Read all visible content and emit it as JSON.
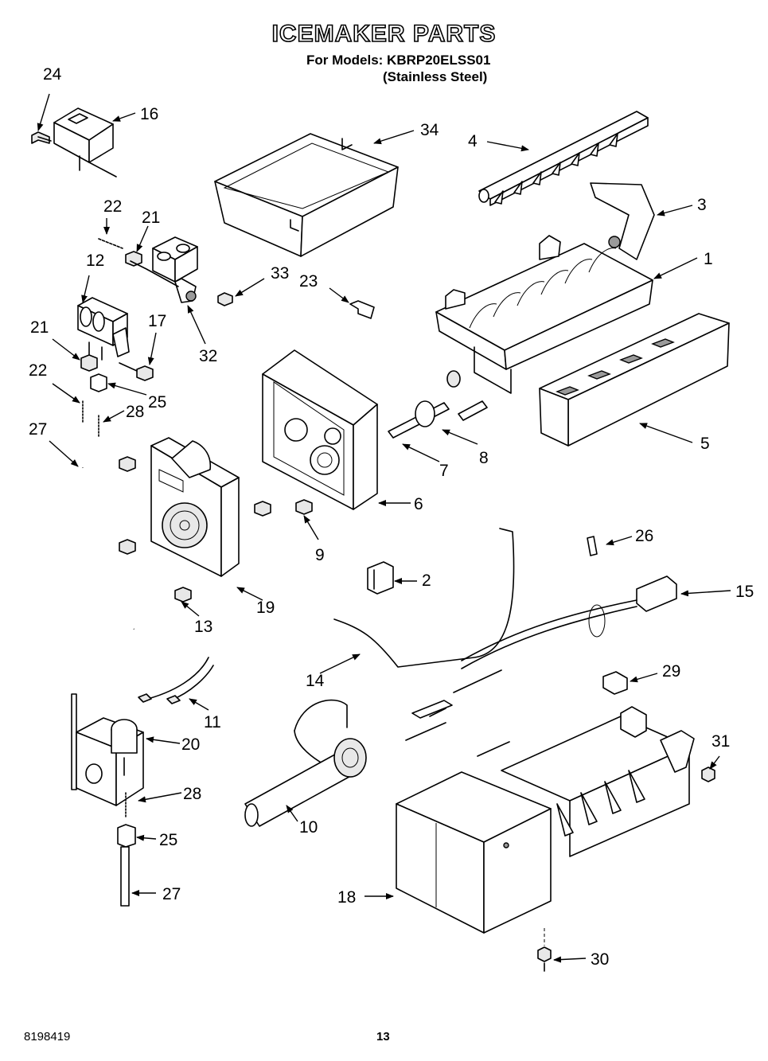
{
  "header": {
    "title": "ICEMAKER PARTS",
    "models_line": "For Models: KBRP20ELSS01",
    "finish_line": "(Stainless Steel)"
  },
  "footer": {
    "doc_number": "8198419",
    "page_number": "13"
  },
  "callouts": {
    "c1": "1",
    "c2": "2",
    "c3": "3",
    "c4": "4",
    "c5": "5",
    "c6": "6",
    "c7": "7",
    "c8": "8",
    "c9": "9",
    "c10": "10",
    "c11": "11",
    "c12": "12",
    "c13": "13",
    "c14": "14",
    "c15": "15",
    "c16": "16",
    "c17": "17",
    "c18": "18",
    "c19": "19",
    "c20": "20",
    "c21a": "21",
    "c21b": "21",
    "c22a": "22",
    "c22b": "22",
    "c23": "23",
    "c24": "24",
    "c25a": "25",
    "c25b": "25",
    "c26": "26",
    "c27a": "27",
    "c27b": "27",
    "c28a": "28",
    "c28b": "28",
    "c29": "29",
    "c30": "30",
    "c31": "31",
    "c32": "32",
    "c33": "33",
    "c34": "34"
  }
}
